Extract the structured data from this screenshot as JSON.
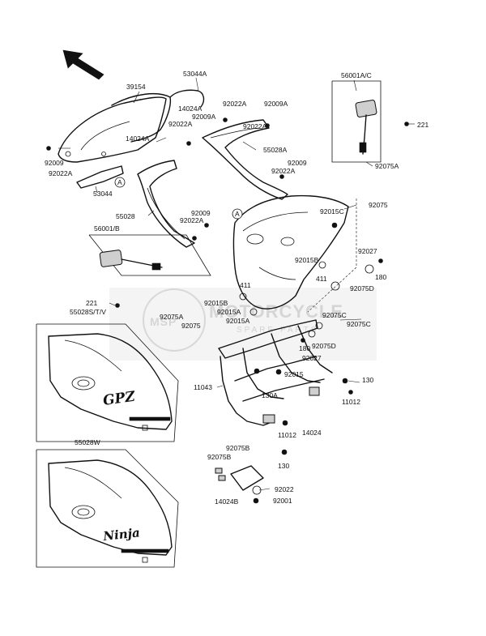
{
  "labels": {
    "l39154": "39154",
    "l53044A": "53044A",
    "l14024A_1": "14024A",
    "l92022A_1": "92022A",
    "l92009A_1": "92009A",
    "l92022A_2": "92022A",
    "l92009A_2": "92009A",
    "l14024A_2": "14024A",
    "l92009_1": "92009",
    "l92022A_3": "92022A",
    "l53044": "53044",
    "l92022A_4": "92022A",
    "l55028A": "55028A",
    "l92009_2": "92009",
    "l92022A_5": "92022A",
    "l56001AC": "56001A/C",
    "l221_1": "221",
    "l92075A_1": "92075A",
    "l55028": "55028",
    "l92022A_6": "92022A",
    "l92009_3": "92009",
    "l92075_1": "92075",
    "l92015C": "92015C",
    "l56001B": "56001/B",
    "l92027_1": "92027",
    "l92015B_1": "92015B",
    "l180_1": "180",
    "l411_1": "411",
    "l92075D_1": "92075D",
    "l411_2": "411",
    "l221_2": "221",
    "l92015B_2": "92015B",
    "l92015A_1": "92015A",
    "l92075C_1": "92075C",
    "l55028STV": "55028S/T/V",
    "l92075A_2": "92075A",
    "l92015A_2": "92015A",
    "l92075_2": "92075",
    "l92075C_2": "92075C",
    "l180_2": "180",
    "l92075D_2": "92075D",
    "l92027_2": "92027",
    "l92015": "92015",
    "l130_1": "130",
    "l11043": "11043",
    "l130A": "130A",
    "l11012_1": "11012",
    "l14024": "14024",
    "l11012_2": "11012",
    "l55028W": "55028W",
    "l92075B_1": "92075B",
    "l92075B_2": "92075B",
    "l130_2": "130",
    "l92022": "92022",
    "l14024B": "14024B",
    "l92001": "92001",
    "refA": "A"
  },
  "brand_marks": {
    "gpz": "GPZ",
    "ninja": "Ninja"
  },
  "watermark": {
    "main": "MOTORCYCLE",
    "sub": "SPARE PARTS",
    "badge": "MSP"
  },
  "icons": {
    "direction": "arrow-up-left-icon"
  }
}
